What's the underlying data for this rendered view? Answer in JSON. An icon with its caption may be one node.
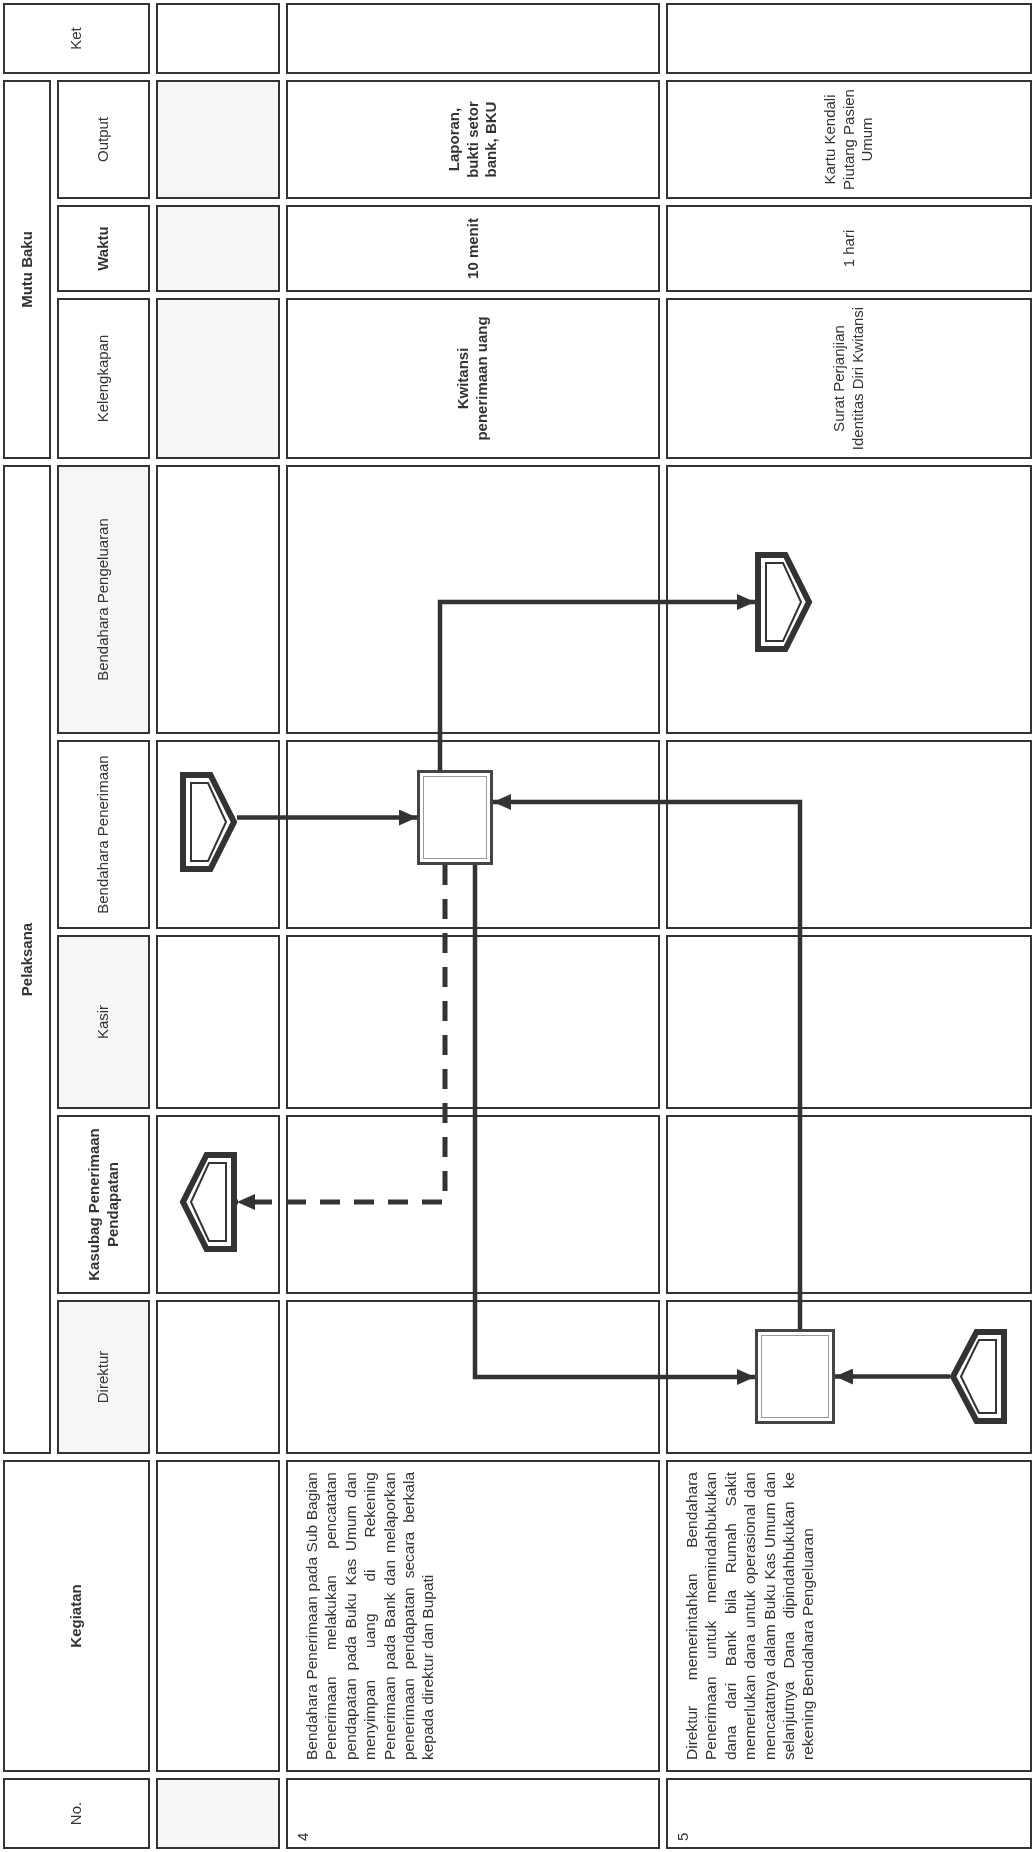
{
  "diagram": {
    "nodes": [
      {
        "text": [],
        "shape": "pentagon"
      },
      {
        "text": [],
        "shape": "box"
      },
      {
        "text": [],
        "shape": "pentagon"
      },
      {
        "text": [],
        "shape": "box"
      },
      {
        "text": [],
        "shape": "pentagon"
      },
      {
        "text": [],
        "shape": "pentagon"
      }
    ],
    "edges": [
      {
        "from": 0,
        "to": 1,
        "arrow": "to"
      },
      {
        "from": 1,
        "to": 2,
        "arrow": "to",
        "style": "dashed"
      },
      {
        "from": 1,
        "to": 3,
        "arrow": "to"
      },
      {
        "from": 3,
        "to": 1,
        "arrow": "to"
      },
      {
        "from": 4,
        "to": 3,
        "arrow": "to"
      },
      {
        "from": 1,
        "to": 5,
        "arrow": "to"
      }
    ],
    "labels": [
      "Pelaksana",
      "Mutu Baku",
      "No.",
      "Kegiatan",
      "Direktur",
      "Kasubag Penerimaan Pendapatan",
      "Kasir",
      "Bendahara Penerimaan",
      "Bendahara Pengeluaran",
      "Kelengkapan",
      "Waktu",
      "Output",
      "Ket",
      "4",
      "Bendahara Penerimaan pada Sub Bagian Penerimaan melakukan pencatatan pendapatan pada Buku Kas Umum dan menyimpan uang di Rekening Penerimaan pada Bank dan melaporkan penerimaan pendapatan secara berkala kepada direktur dan Bupati",
      "Kwitansi penerimaan uang",
      "10 menit",
      "Laporan, bukti setor bank, BKU",
      "5",
      "Direktur memerintahkan Bendahara Penerimaan untuk memindahbukukan dana dari Bank bila Rumah Sakit memerlukan dana untuk operasional dan mencatatnya dalam Buku Kas Umum dan selanjutnya Dana dipindahbukukan ke rekening Bendahara Pengeluaran",
      "Surat Perjanjian Identitas Diri Kwitansi",
      "1 hari",
      "Kartu Kendali Piutang Pasien Umum"
    ]
  }
}
